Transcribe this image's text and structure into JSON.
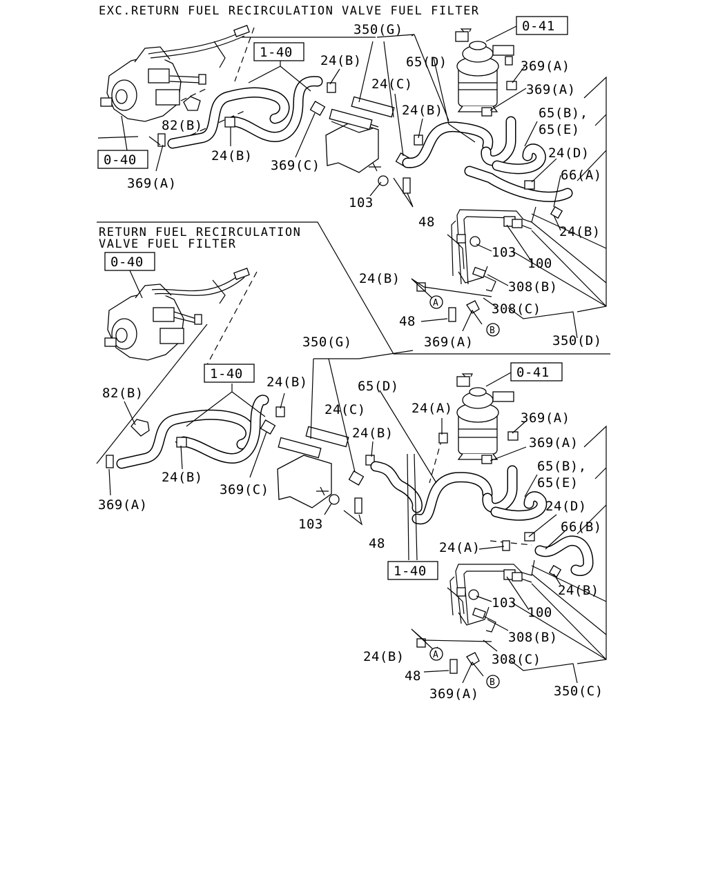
{
  "headers": {
    "top": "EXC.RETURN FUEL RECIRCULATION VALVE FUEL FILTER",
    "mid_line1": "RETURN FUEL RECIRCULATION",
    "mid_line2": "VALVE FUEL FILTER"
  },
  "top_labels": {
    "ref_0_41": "0-41",
    "ref_1_40": "1-40",
    "ref_0_40": "0-40",
    "l_350g": "350(G)",
    "l_65d": "65(D)",
    "l_24b_a": "24(B)",
    "l_24c": "24(C)",
    "l_24b_b": "24(B)",
    "l_369a_a": "369(A)",
    "l_369a_b": "369(A)",
    "l_65b": "65(B),",
    "l_65e": "65(E)",
    "l_24d": "24(D)",
    "l_66a": "66(A)",
    "l_82b": "82(B)",
    "l_24b_c": "24(B)",
    "l_369c": "369(C)",
    "l_369a_c": "369(A)",
    "l_103_a": "103",
    "l_48_a": "48",
    "l_24b_d": "24(B)",
    "l_103_b": "103",
    "l_100": "100",
    "l_24b_e": "24(B)",
    "l_308b": "308(B)",
    "l_308c": "308(C)",
    "l_48_b": "48",
    "l_369a_d": "369(A)",
    "l_350d": "350(D)",
    "circle_a": "A",
    "circle_b": "B"
  },
  "bottom_labels": {
    "ref_0_40": "0-40",
    "ref_1_40_a": "1-40",
    "ref_0_41": "0-41",
    "ref_1_40_b": "1-40",
    "l_82b": "82(B)",
    "l_24b_a": "24(B)",
    "l_350g": "350(G)",
    "l_65d": "65(D)",
    "l_24c": "24(C)",
    "l_24a_a": "24(A)",
    "l_24b_b": "24(B)",
    "l_369a_a": "369(A)",
    "l_369a_b": "369(A)",
    "l_65b": "65(B),",
    "l_65e": "65(E)",
    "l_24d": "24(D)",
    "l_66b": "66(B)",
    "l_24b_c": "24(B)",
    "l_369c": "369(C)",
    "l_369a_c": "369(A)",
    "l_103_a": "103",
    "l_48_a": "48",
    "l_24a_b": "24(A)",
    "l_24b_d": "24(B)",
    "l_103_b": "103",
    "l_100": "100",
    "l_308b": "308(B)",
    "l_24b_e": "24(B)",
    "l_308c": "308(C)",
    "l_48_b": "48",
    "l_369a_d": "369(A)",
    "l_350c": "350(C)",
    "circle_a": "A",
    "circle_b": "B"
  }
}
